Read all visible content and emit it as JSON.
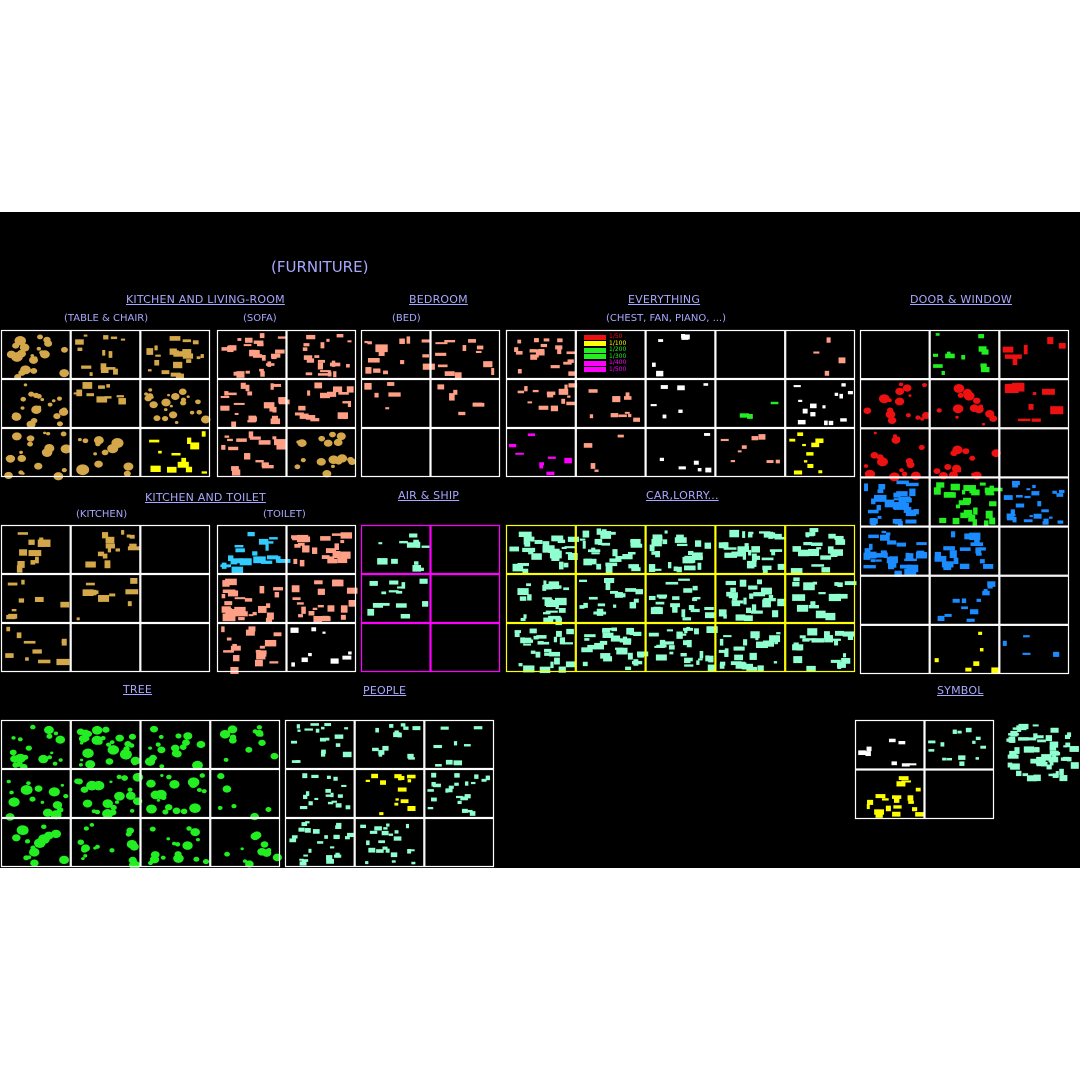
{
  "title": "(FURNITURE)",
  "sections": [
    {
      "id": "kitchen-living",
      "label": "KITCHEN AND LIVING-ROOM"
    },
    {
      "id": "bedroom",
      "label": "BEDROOM"
    },
    {
      "id": "everything",
      "label": "EVERYTHING"
    },
    {
      "id": "door-window",
      "label": "DOOR & WINDOW"
    },
    {
      "id": "kitchen-toilet",
      "label": "KITCHEN AND TOILET"
    },
    {
      "id": "air-ship",
      "label": "AIR & SHIP"
    },
    {
      "id": "car-lorry",
      "label": "CAR,LORRY..."
    },
    {
      "id": "tree",
      "label": "TREE"
    },
    {
      "id": "people",
      "label": "PEOPLE"
    },
    {
      "id": "symbol",
      "label": "SYMBOL"
    }
  ],
  "subsections": {
    "table_chair": "(TABLE & CHAIR)",
    "sofa": "(SOFA)",
    "bed": "(BED)",
    "chest": "(CHEST, FAN, PIANO, ...)",
    "kitchen": "(KITCHEN)",
    "toilet": "(TOILET)"
  },
  "scale_legend": [
    "1/50",
    "1/100",
    "1/200",
    "1/300",
    "1/400",
    "1/500"
  ],
  "colors": {
    "background": "#000000",
    "frame": "#ffffff",
    "label": "#a8a8ff",
    "magenta": "#ff00ff",
    "yellow": "#ffff00",
    "gold": "#d4a84a",
    "salmon": "#ff9f86",
    "mint": "#8fffcf",
    "green": "#22ee22",
    "red": "#ee1111",
    "blue": "#1a8cff"
  }
}
